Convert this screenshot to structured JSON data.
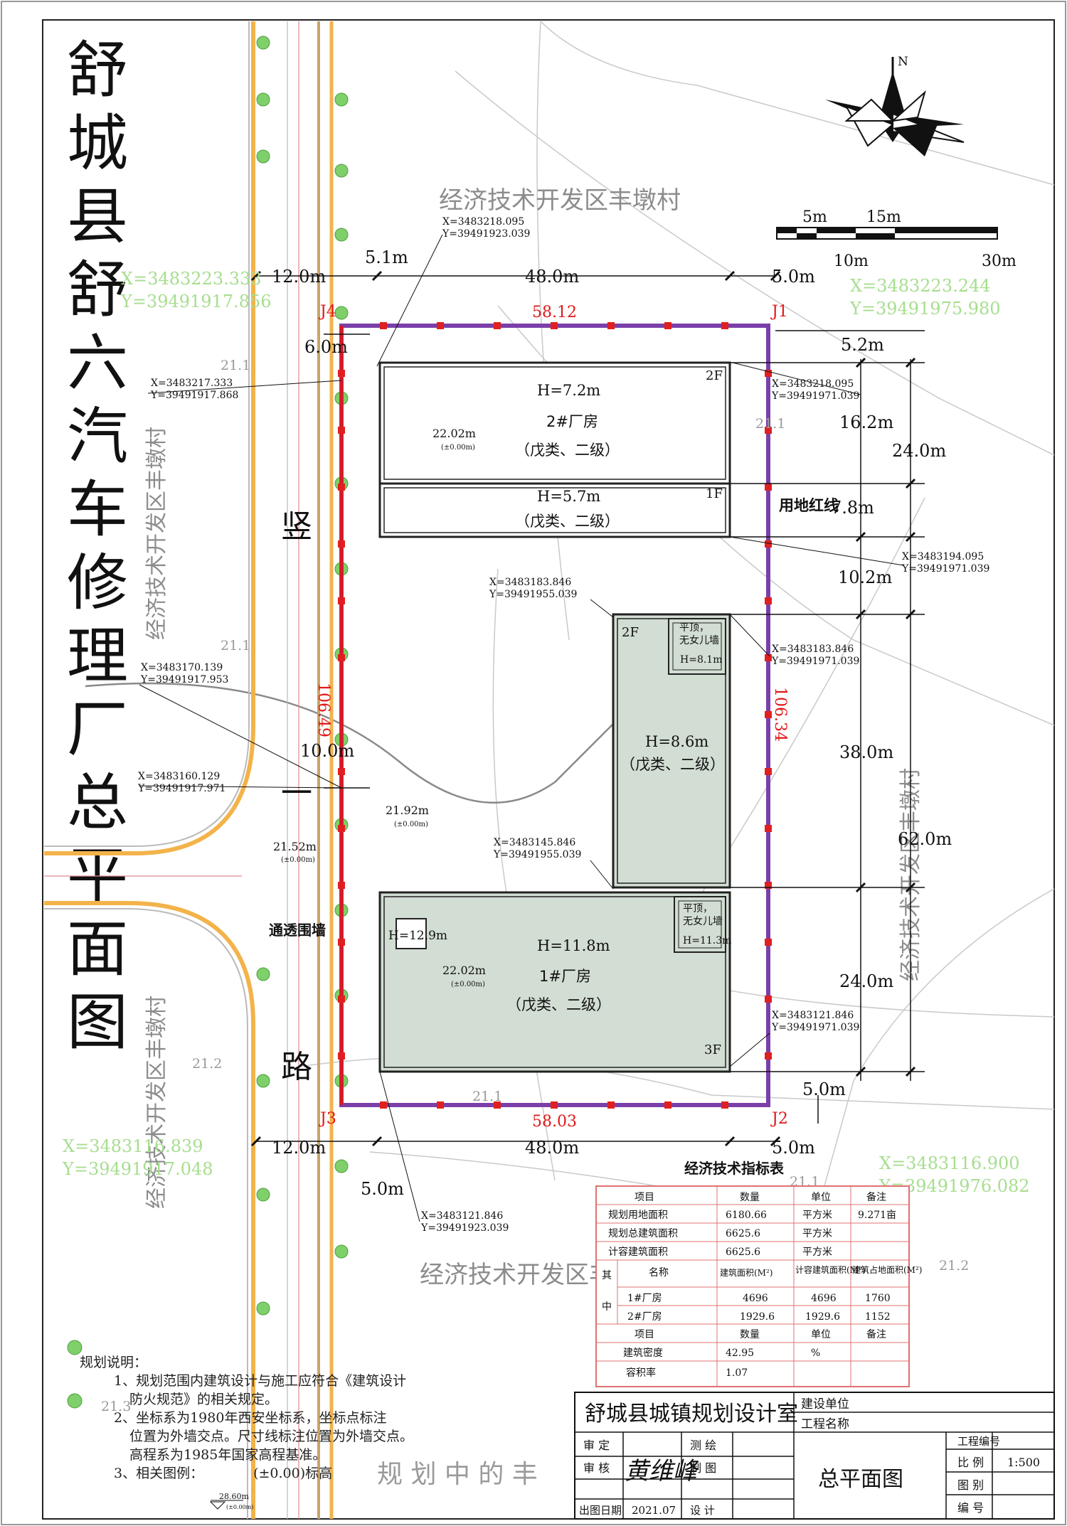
{
  "title_vertical": [
    "舒",
    "城",
    "县",
    "舒",
    "六",
    "汽",
    "车",
    "修",
    "理",
    "厂",
    "总",
    "平",
    "面",
    "图"
  ],
  "north": "N",
  "scale_bar": {
    "top": [
      "5m",
      "15m"
    ],
    "bottom": [
      "10m",
      "30m"
    ]
  },
  "area_labels": [
    "经济技术开发区丰墩村",
    "经济技术开发区丰墩村",
    "经济技术开发区丰墩村",
    "经济技术开发区丰墩村",
    "经济技术开发区丰墩村"
  ],
  "road": [
    "竖",
    "一",
    "路"
  ],
  "fence": "通透围墙",
  "red_line": "用地红线",
  "points": {
    "J1": "J1",
    "J2": "J2",
    "J3": "J3",
    "J4": "J4"
  },
  "red_dims": {
    "top": "58.12",
    "bottom": "58.03",
    "left": "106.49",
    "right": "106.34"
  },
  "dims": {
    "top_left": "12.0m",
    "top_offset": "5.1m",
    "top_mid": "48.0m",
    "top_right": "5.0m",
    "left_6": "6.0m",
    "left_10": "10.0m",
    "r_52": "5.2m",
    "r_162": "16.2m",
    "r_240a": "24.0m",
    "r_78": "7.8m",
    "r_102": "10.2m",
    "r_380": "38.0m",
    "r_620": "62.0m",
    "r_240b": "24.0m",
    "r_50": "5.0m",
    "bot_left": "12.0m",
    "bot_mid": "48.0m",
    "bot_right": "5.0m",
    "bot_offset": "5.0m"
  },
  "coords": {
    "c1": [
      "X=3483218.095",
      "Y=39491923.039"
    ],
    "c2": [
      "X=3483217.333",
      "Y=39491917.868"
    ],
    "c3": [
      "X=3483218.095",
      "Y=39491971.039"
    ],
    "c4": [
      "X=3483194.095",
      "Y=39491971.039"
    ],
    "c5": [
      "X=3483183.846",
      "Y=39491955.039"
    ],
    "c6": [
      "X=3483183.846",
      "Y=39491971.039"
    ],
    "c7": [
      "X=3483170.139",
      "Y=39491917.953"
    ],
    "c8": [
      "X=3483160.129",
      "Y=39491917.971"
    ],
    "c9": [
      "X=3483145.846",
      "Y=39491955.039"
    ],
    "c10": [
      "X=3483121.846",
      "Y=39491971.039"
    ],
    "c11": [
      "X=3483121.846",
      "Y=39491923.039"
    ],
    "g1": [
      "X=3483223.333",
      "Y=39491917.856"
    ],
    "g2": [
      "X=3483223.244",
      "Y=39491975.980"
    ],
    "g3": [
      "X=3483116.839",
      "Y=39491917.048"
    ],
    "g4": [
      "X=3483116.900",
      "Y=39491976.082"
    ]
  },
  "spot_heights": {
    "s1": "21.1",
    "s2": "21.1",
    "s3": "21.1",
    "s4": "21.2",
    "s5": "21.1",
    "s6": "21.1",
    "s7": "21.2",
    "s8": "21.3"
  },
  "elev": {
    "e1": "22.02m",
    "e2": "21.92m",
    "e3": "21.52m",
    "e4": "22.02m",
    "sub": "(±0.00m)"
  },
  "building2": {
    "floors_top": "2F",
    "h_top": "H=7.2m",
    "name": "2#厂房",
    "cls": "（戊类、二级）",
    "floors_low": "1F",
    "h_low": "H=5.7m",
    "cls_low": "（戊类、二级）"
  },
  "building_mid": {
    "floors": "2F",
    "roof": "平顶，",
    "roof2": "无女儿墙",
    "h_small": "H=8.1m",
    "h": "H=8.6m",
    "cls": "（戊类、二级）"
  },
  "building1": {
    "roof": "平顶，",
    "roof2": "无女儿墙",
    "h_small": "H=11.3m",
    "h_box": "H=12.9m",
    "h": "H=11.8m",
    "name": "1#厂房",
    "cls": "（戊类、二级）",
    "floors": "3F"
  },
  "index_table": {
    "title": "经济技术指标表",
    "head": [
      "项目",
      "数量",
      "单位",
      "备注"
    ],
    "rows": [
      [
        "规划用地面积",
        "6180.66",
        "平方米",
        "9.271亩"
      ],
      [
        "规划总建筑面积",
        "6625.6",
        "平方米",
        ""
      ],
      [
        "计容建筑面积",
        "6625.6",
        "平方米",
        ""
      ]
    ],
    "sub_side": [
      "其",
      "中"
    ],
    "sub_head": [
      "名称",
      "建筑面积(M²)",
      "计容建筑面积(M²)",
      "建筑占地面积(M²)"
    ],
    "sub_rows": [
      [
        "1#厂房",
        "4696",
        "4696",
        "1760"
      ],
      [
        "2#厂房",
        "1929.6",
        "1929.6",
        "1152"
      ]
    ],
    "head2": [
      "项目",
      "数量",
      "单位",
      "备注"
    ],
    "rows2": [
      [
        "建筑密度",
        "42.95",
        "%",
        ""
      ],
      [
        "容积率",
        "1.07",
        "",
        ""
      ]
    ]
  },
  "notes": {
    "title": "规划说明：",
    "l1": "1、规划范围内建筑设计与施工应符合《建筑设计",
    "l1b": "防火规范》的相关规定。",
    "l2": "2、坐标系为1980年西安坐标系，坐标点标注",
    "l2b": "位置为外墙交点。尺寸线标注位置为外墙交点。",
    "l2c": "高程系为1985年国家高程基准。",
    "l3a": "3、相关图例：",
    "l3b": "(±0.00)标高",
    "legend_val": "28.60m",
    "legend_sub": "(±0.00m)"
  },
  "title_block": {
    "institute": "舒城县城镇规划设计室",
    "client": "建设单位",
    "project": "工程名称",
    "review": "审 定",
    "survey": "测 绘",
    "check": "审 核",
    "draw": "制 图",
    "date_label": "出图日期",
    "date": "2021.07",
    "design": "设 计",
    "drawing_name": "总平面图",
    "no": "工程编号",
    "scale_label": "比 例",
    "scale": "1:500",
    "type": "图 别",
    "code": "编 号",
    "stamp": "规 划 中 的 丰",
    "signature": "黄维峰"
  }
}
